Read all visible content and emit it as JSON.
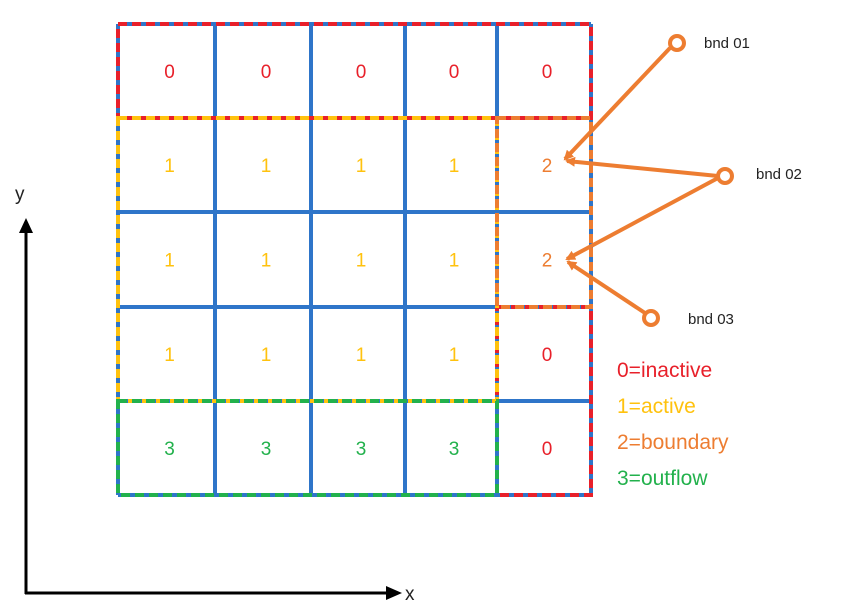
{
  "colors": {
    "grid": "#2e75c9",
    "inactive": "#e8202a",
    "active": "#ffc20e",
    "boundary": "#ed7d31",
    "outflow": "#22b14c",
    "axis": "#000000"
  },
  "grid": {
    "rows": [
      [
        "0",
        "0",
        "0",
        "0",
        "0"
      ],
      [
        "1",
        "1",
        "1",
        "1",
        "2"
      ],
      [
        "1",
        "1",
        "1",
        "1",
        "2"
      ],
      [
        "1",
        "1",
        "1",
        "1",
        "0"
      ],
      [
        "3",
        "3",
        "3",
        "3",
        "0"
      ]
    ]
  },
  "legend": [
    {
      "text": "0=inactive",
      "color": "#e8202a"
    },
    {
      "text": "1=active",
      "color": "#ffc20e"
    },
    {
      "text": "2=boundary",
      "color": "#ed7d31"
    },
    {
      "text": "3=outflow",
      "color": "#22b14c"
    }
  ],
  "boundaries": [
    {
      "label": "bnd 01"
    },
    {
      "label": "bnd 02"
    },
    {
      "label": "bnd 03"
    }
  ],
  "axes": {
    "x_label": "x",
    "y_label": "y"
  }
}
